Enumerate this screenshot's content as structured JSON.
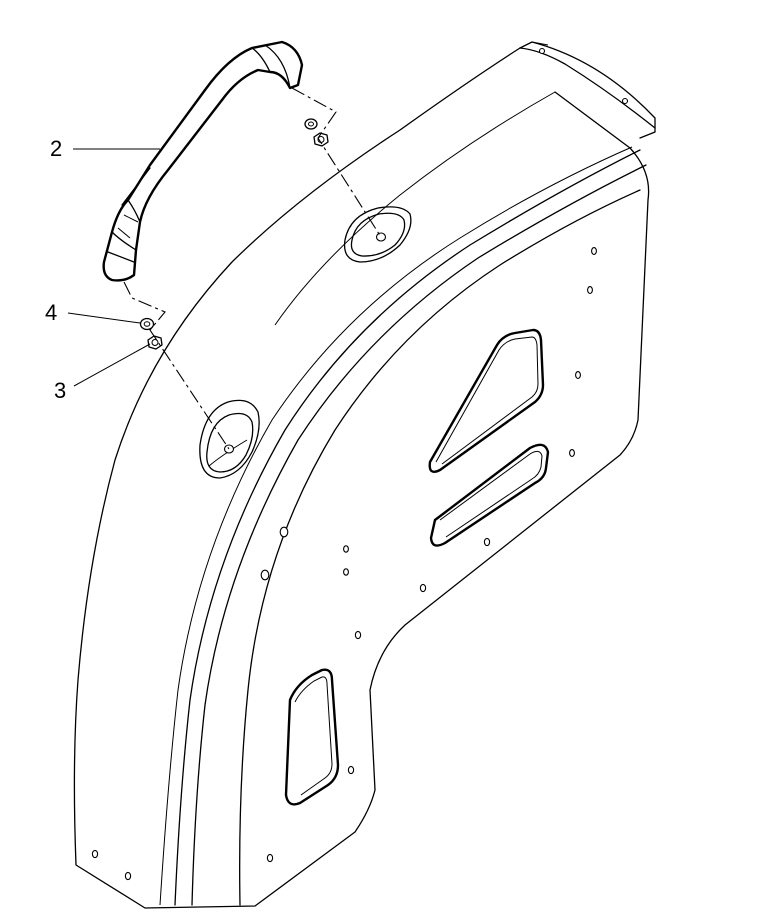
{
  "callouts": [
    {
      "id": "handle",
      "label": "2"
    },
    {
      "id": "nut",
      "label": "3"
    },
    {
      "id": "washer",
      "label": "4"
    }
  ],
  "colors": {
    "line": "#000000",
    "background": "#ffffff"
  }
}
